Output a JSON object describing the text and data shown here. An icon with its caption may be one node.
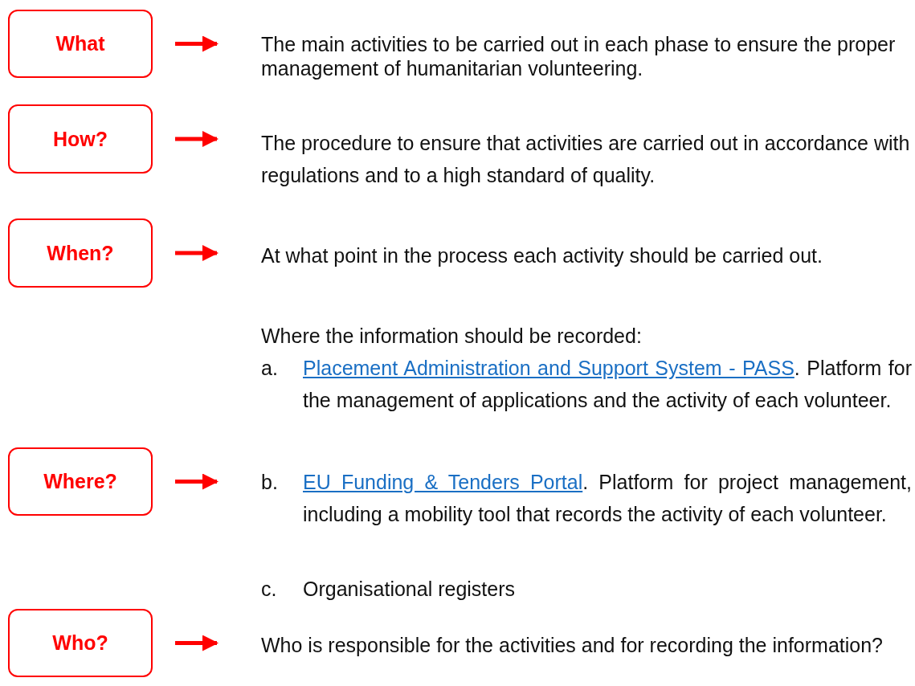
{
  "diagram": {
    "nodes": [
      {
        "text": [
          "What"
        ]
      },
      {
        "text": [
          "The main activities to be carried out in each phase to ensure the proper management of humanitarian volunteering."
        ]
      },
      {
        "text": [
          "How?"
        ]
      },
      {
        "text": [
          "The procedure to ensure that activities are carried out in accordance with regulations and to a high standard of quality."
        ]
      },
      {
        "text": [
          "When?"
        ]
      },
      {
        "text": [
          "At what point in the process each activity should be carried out."
        ]
      },
      {
        "text": [
          "Where?"
        ]
      },
      {
        "text": [
          "Where the information should be recorded:"
        ]
      },
      {
        "text": [
          "a.",
          "Placement Administration and Support System - PASS",
          ". Platform for the management of applications and the activity of each volunteer."
        ],
        "in": 7
      },
      {
        "text": [
          "b.",
          "EU Funding & Tenders Portal",
          ". Platform for project management, including a mobility tool that records the activity of each volunteer."
        ],
        "in": 7
      },
      {
        "text": [
          "c.",
          "Organisational registers"
        ],
        "in": 7
      },
      {
        "text": [
          "Who?"
        ]
      },
      {
        "text": [
          "Who is responsible for the activities and for recording the information?"
        ]
      }
    ],
    "edges": [
      {
        "from": 0,
        "to": 1,
        "arrow": "to"
      },
      {
        "from": 2,
        "to": 3,
        "arrow": "to"
      },
      {
        "from": 4,
        "to": 5,
        "arrow": "to"
      },
      {
        "from": 6,
        "to": 7,
        "arrow": "to"
      },
      {
        "from": 11,
        "to": 12,
        "arrow": "to"
      }
    ]
  }
}
